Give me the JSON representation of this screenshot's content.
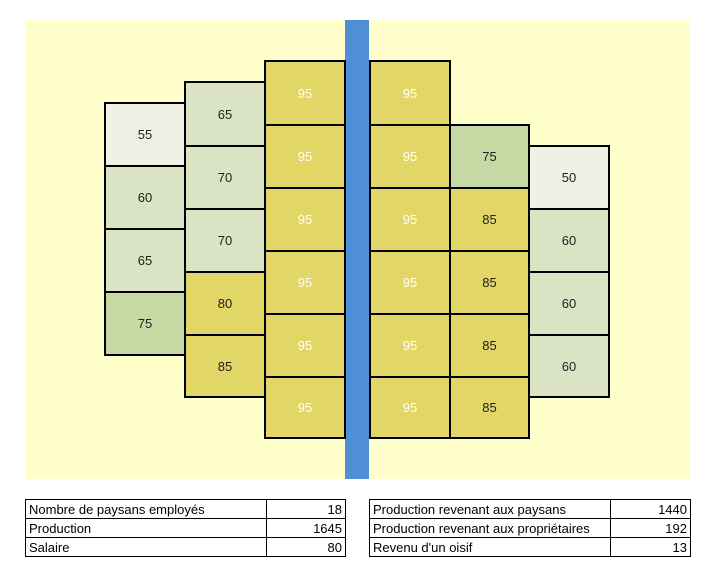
{
  "colors": {
    "field_background": "#ffffcc",
    "river": "#4f8fd6",
    "plot_white": "#eef1e3",
    "plot_light_green": "#dae4c4",
    "plot_green": "#c6d9a4",
    "plot_yellow": "#e2d667"
  },
  "plots": [
    {
      "value": 55,
      "shade": "plot_white"
    },
    {
      "value": 60,
      "shade": "plot_light_green"
    },
    {
      "value": 65,
      "shade": "plot_light_green"
    },
    {
      "value": 75,
      "shade": "plot_green"
    },
    {
      "value": 65,
      "shade": "plot_light_green"
    },
    {
      "value": 70,
      "shade": "plot_light_green"
    },
    {
      "value": 70,
      "shade": "plot_light_green"
    },
    {
      "value": 80,
      "shade": "plot_yellow"
    },
    {
      "value": 85,
      "shade": "plot_yellow"
    },
    {
      "value": 95,
      "shade": "plot_yellow"
    },
    {
      "value": 95,
      "shade": "plot_yellow"
    },
    {
      "value": 95,
      "shade": "plot_yellow"
    },
    {
      "value": 95,
      "shade": "plot_yellow"
    },
    {
      "value": 95,
      "shade": "plot_yellow"
    },
    {
      "value": 95,
      "shade": "plot_yellow"
    },
    {
      "value": 95,
      "shade": "plot_yellow"
    },
    {
      "value": 95,
      "shade": "plot_yellow"
    },
    {
      "value": 95,
      "shade": "plot_yellow"
    },
    {
      "value": 95,
      "shade": "plot_yellow"
    },
    {
      "value": 95,
      "shade": "plot_yellow"
    },
    {
      "value": 95,
      "shade": "plot_yellow"
    },
    {
      "value": 75,
      "shade": "plot_green"
    },
    {
      "value": 85,
      "shade": "plot_yellow"
    },
    {
      "value": 85,
      "shade": "plot_yellow"
    },
    {
      "value": 85,
      "shade": "plot_yellow"
    },
    {
      "value": 85,
      "shade": "plot_yellow"
    },
    {
      "value": 50,
      "shade": "plot_white"
    },
    {
      "value": 60,
      "shade": "plot_light_green"
    },
    {
      "value": 60,
      "shade": "plot_light_green"
    },
    {
      "value": 60,
      "shade": "plot_light_green"
    }
  ],
  "summary_left": [
    {
      "label": "Nombre de paysans employés",
      "value": "18"
    },
    {
      "label": "Production",
      "value": "1645"
    },
    {
      "label": "Salaire",
      "value": "80"
    }
  ],
  "summary_right": [
    {
      "label": "Production revenant aux paysans",
      "value": "1440"
    },
    {
      "label": "Production revenant aux propriétaires",
      "value": "192"
    },
    {
      "label": "Revenu d'un oisif",
      "value": "13"
    }
  ]
}
